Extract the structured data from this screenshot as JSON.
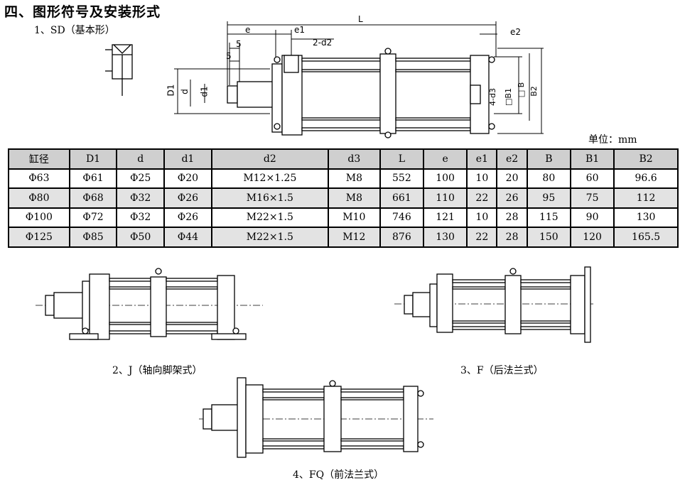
{
  "page_title": "四、图形符号及安装形式",
  "section1_caption": "1、SD（基本形）",
  "unit_label": "单位：mm",
  "dimension_labels": {
    "L": "L",
    "e": "e",
    "e1": "e1",
    "e2": "e2",
    "two_d2": "2-d2",
    "five_a": "5",
    "five_b": "5",
    "D1": "D1",
    "d": "d",
    "d1": "d1",
    "four_d3": "4-d3",
    "B1": "□B1",
    "B": "□ B",
    "B2": "B2"
  },
  "table": {
    "headers": [
      "缸径",
      "D1",
      "d",
      "d1",
      "d2",
      "d3",
      "L",
      "e",
      "e1",
      "e2",
      "B",
      "B1",
      "B2"
    ],
    "rows": [
      [
        "Φ63",
        "Φ61",
        "Φ25",
        "Φ20",
        "M12×1.25",
        "M8",
        "552",
        "100",
        "10",
        "20",
        "80",
        "60",
        "96.6"
      ],
      [
        "Φ80",
        "Φ68",
        "Φ32",
        "Φ26",
        "M16×1.5",
        "M8",
        "661",
        "110",
        "22",
        "26",
        "95",
        "75",
        "112"
      ],
      [
        "Φ100",
        "Φ72",
        "Φ32",
        "Φ26",
        "M22×1.5",
        "M10",
        "746",
        "121",
        "10",
        "28",
        "115",
        "90",
        "130"
      ],
      [
        "Φ125",
        "Φ85",
        "Φ50",
        "Φ44",
        "M22×1.5",
        "M12",
        "876",
        "130",
        "22",
        "28",
        "150",
        "120",
        "165.5"
      ]
    ]
  },
  "captions": {
    "J": "2、J（轴向脚架式）",
    "F": "3、F（后法兰式）",
    "FQ": "4、FQ（前法兰式）"
  }
}
